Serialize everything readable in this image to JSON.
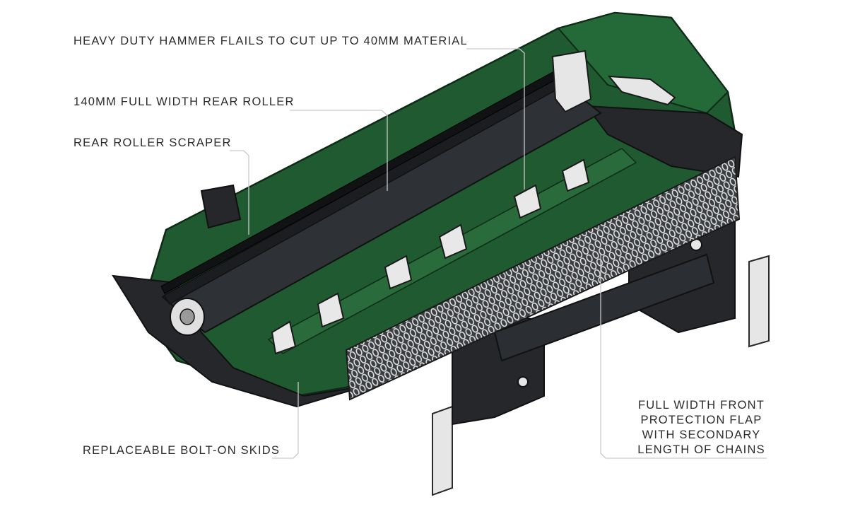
{
  "callouts": {
    "hammer_flails": "HEAVY DUTY HAMMER FLAILS TO CUT UP TO 40MM MATERIAL",
    "rear_roller": "140MM FULL WIDTH REAR ROLLER",
    "roller_scraper": "REAR ROLLER SCRAPER",
    "skids": "REPLACEABLE BOLT-ON SKIDS",
    "front_flap_lines": [
      "FULL WIDTH FRONT",
      "PROTECTION FLAP",
      "WITH SECONDARY",
      "LENGTH OF CHAINS"
    ]
  },
  "colors": {
    "housing_green": "#1f5a30",
    "green_shadow": "#163f22",
    "roller_dark": "#2e3136",
    "chassis_black": "#25272b",
    "chain_grey": "#d8d8d8",
    "leader_line": "#c9c9c9",
    "text": "#2b2b2b"
  }
}
